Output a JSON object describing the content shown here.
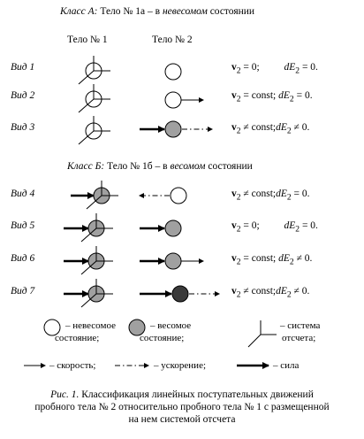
{
  "classA": {
    "class_label": "Класс А:",
    "body_text": "Тело № 1",
    "body_sub": "а",
    "rest_pre": " – в ",
    "state_word": "невесомом",
    "rest_post": " состоянии"
  },
  "columns": {
    "body1": "Тело № 1",
    "body2": "Тело № 2"
  },
  "classB": {
    "class_label": "Класс Б:",
    "body_text": "Тело № 1",
    "body_sub": "б",
    "rest_pre": " – в ",
    "state_word": "весомом",
    "rest_post": " состоянии"
  },
  "rows": [
    {
      "label": "Вид 1",
      "v_sym": "v",
      "v_sub": "2",
      "v_rel": " = 0;",
      "d_sym": "dE",
      "d_sub": "2",
      "d_rel": " = 0."
    },
    {
      "label": "Вид 2",
      "v_sym": "v",
      "v_sub": "2",
      "v_rel": " = const;",
      "d_sym": "dE",
      "d_sub": "2",
      "d_rel": " = 0."
    },
    {
      "label": "Вид 3",
      "v_sym": "v",
      "v_sub": "2",
      "v_rel": " ≠ const;",
      "d_sym": "dE",
      "d_sub": "2",
      "d_rel": " ≠ 0."
    },
    {
      "label": "Вид 4",
      "v_sym": "v",
      "v_sub": "2",
      "v_rel": " ≠ const;",
      "d_sym": "dE",
      "d_sub": "2",
      "d_rel": " = 0."
    },
    {
      "label": "Вид 5",
      "v_sym": "v",
      "v_sub": "2",
      "v_rel": " = 0;",
      "d_sym": "dE",
      "d_sub": "2",
      "d_rel": " = 0."
    },
    {
      "label": "Вид 6",
      "v_sym": "v",
      "v_sub": "2",
      "v_rel": " = const;",
      "d_sym": "dE",
      "d_sub": "2",
      "d_rel": " ≠ 0."
    },
    {
      "label": "Вид 7",
      "v_sym": "v",
      "v_sub": "2",
      "v_rel": " ≠ const;",
      "d_sym": "dE",
      "d_sub": "2",
      "d_rel": " ≠ 0."
    }
  ],
  "legend": {
    "weightless_1": "– невесомое",
    "weightless_2": "состояние;",
    "weighted_1": "– весомое",
    "weighted_2": "состояние;",
    "frame_1": "– система",
    "frame_2": "отсчета;",
    "velocity": "– скорость;",
    "acceleration": "– ускорение;",
    "force": "– сила"
  },
  "caption": {
    "fig": "Рис. 1.",
    "line1": " Классификация линейных поступательных движений",
    "line2": "пробного тела № 2 относительно пробного тела № 1 с размещенной",
    "line3": "на нем системой отсчета"
  },
  "colors": {
    "weightless_fill": "#ffffff",
    "weighted_fill": "#a0a0a0",
    "dark_fill": "#3a3a3a",
    "stroke": "#000000"
  }
}
